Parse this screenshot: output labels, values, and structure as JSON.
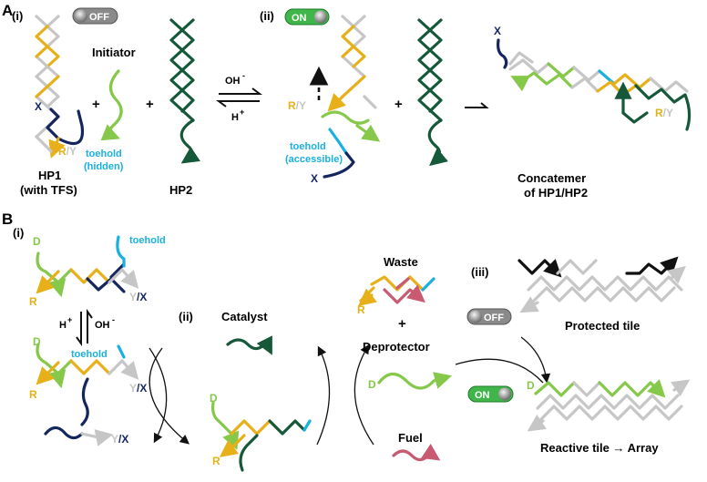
{
  "colors": {
    "gray": "#c6c6c6",
    "yellow": "#e8b018",
    "navy": "#14265e",
    "cyan": "#1ab0e0",
    "lime": "#86c84a",
    "dark_green": "#15583a",
    "pink": "#c85a72",
    "black": "#111111",
    "switch_on": "#3fb54a",
    "switch_off": "#8a8a8a"
  },
  "panelA": {
    "letter": "A",
    "step_i": "(i)",
    "step_ii": "(ii)",
    "switch_off": "OFF",
    "switch_on": "ON",
    "initiator": "Initiator",
    "plus": "+",
    "hp1_line1": "HP1",
    "hp1_line2": "(with TFS)",
    "hp2": "HP2",
    "x_label": "X",
    "ry_r": "R",
    "ry_slash": "/",
    "ry_y": "Y",
    "toehold_hidden_1": "toehold",
    "toehold_hidden_2": "(hidden)",
    "toehold_acc_1": "toehold",
    "toehold_acc_2": "(accessible)",
    "oh": "OH",
    "oh_sup": "-",
    "h": "H",
    "h_sup": "+",
    "concatemer_1": "Concatemer",
    "concatemer_2": "of HP1/HP2"
  },
  "panelB": {
    "letter": "B",
    "step_i": "(i)",
    "step_ii": "(ii)",
    "step_iii": "(iii)",
    "d": "D",
    "r": "R",
    "y": "Y",
    "slash": "/",
    "x": "X",
    "toehold": "toehold",
    "h": "H",
    "h_sup": "+",
    "oh": "OH",
    "oh_sup": "-",
    "catalyst": "Catalyst",
    "waste": "Waste",
    "plus": "+",
    "deprotector": "Deprotector",
    "fuel": "Fuel",
    "switch_off": "OFF",
    "switch_on": "ON",
    "protected_tile": "Protected tile",
    "reactive_tile": "Reactive tile → Array"
  }
}
